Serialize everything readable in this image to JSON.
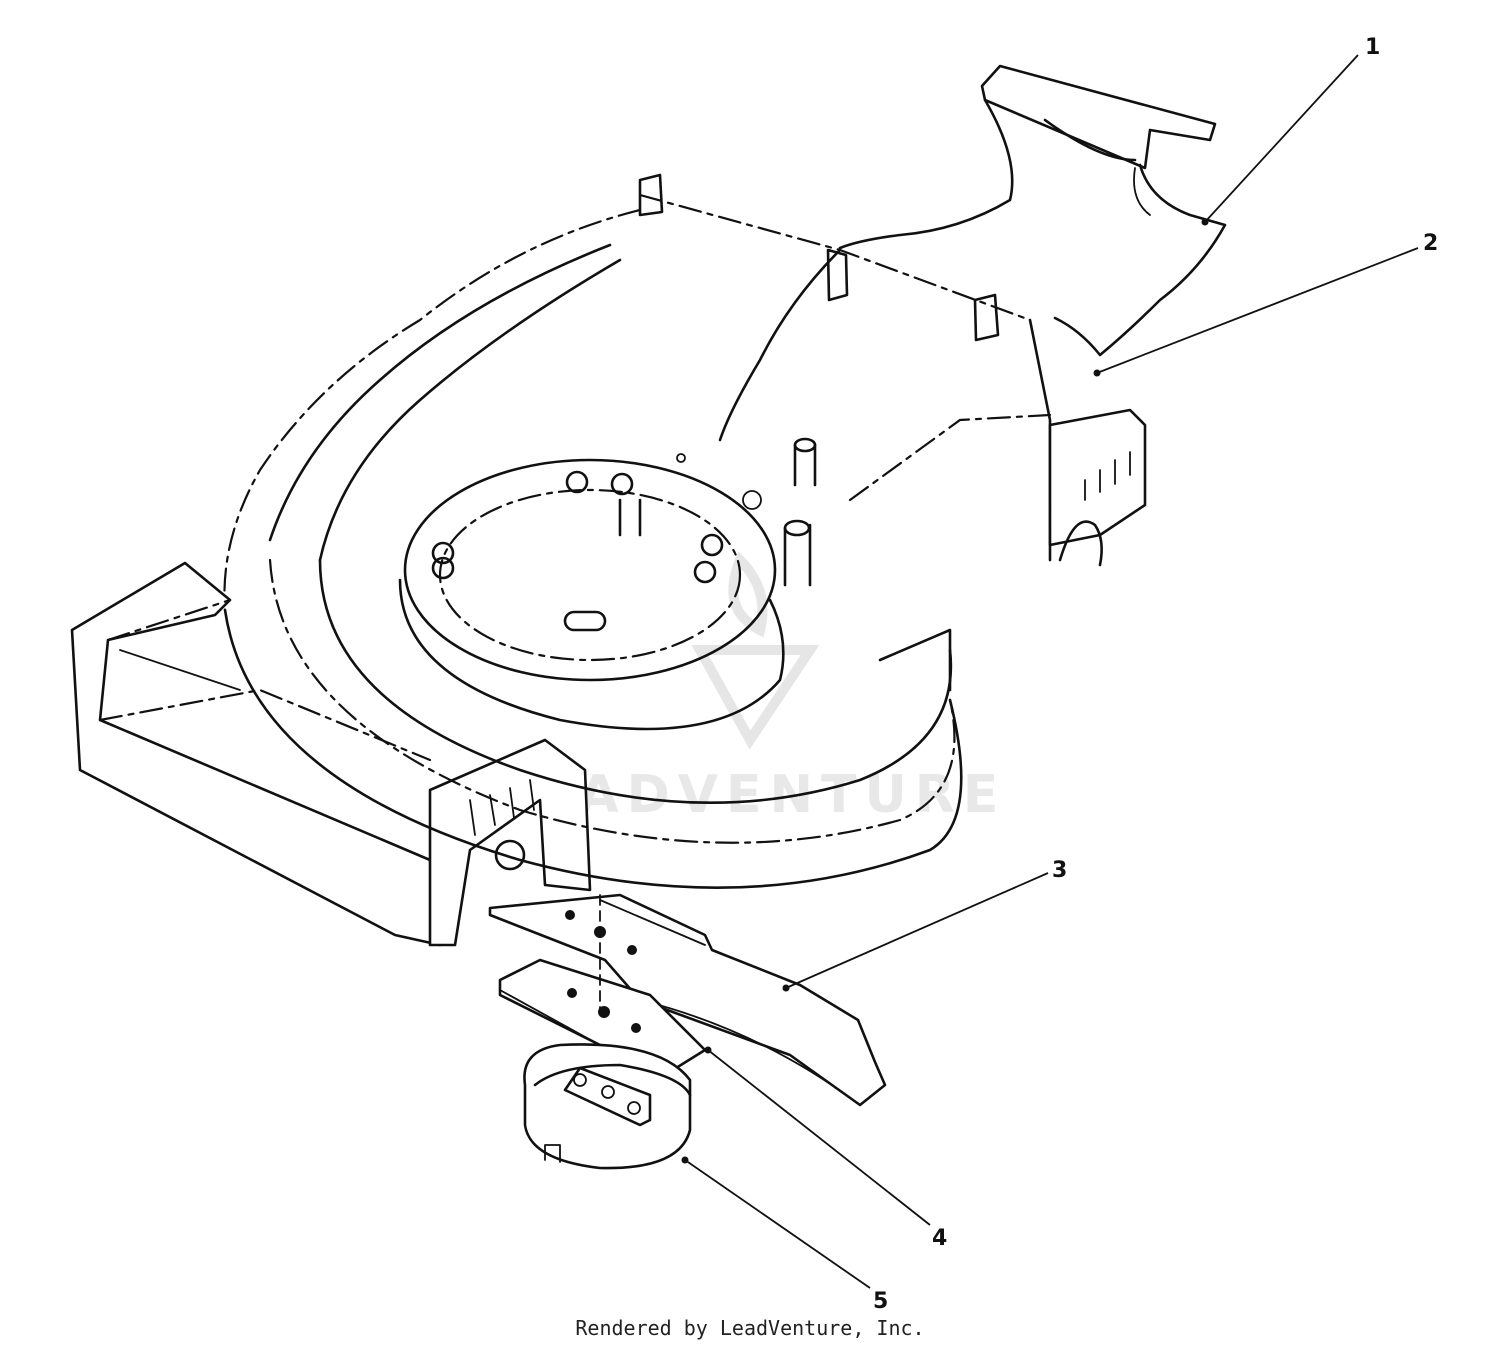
{
  "watermark": {
    "text": "LEADVENTURE"
  },
  "callouts": [
    {
      "id": "1",
      "label": "1"
    },
    {
      "id": "2",
      "label": "2"
    },
    {
      "id": "3",
      "label": "3"
    },
    {
      "id": "4",
      "label": "4"
    },
    {
      "id": "5",
      "label": "5"
    }
  ],
  "footer": {
    "credit": "Rendered by LeadVenture, Inc."
  }
}
